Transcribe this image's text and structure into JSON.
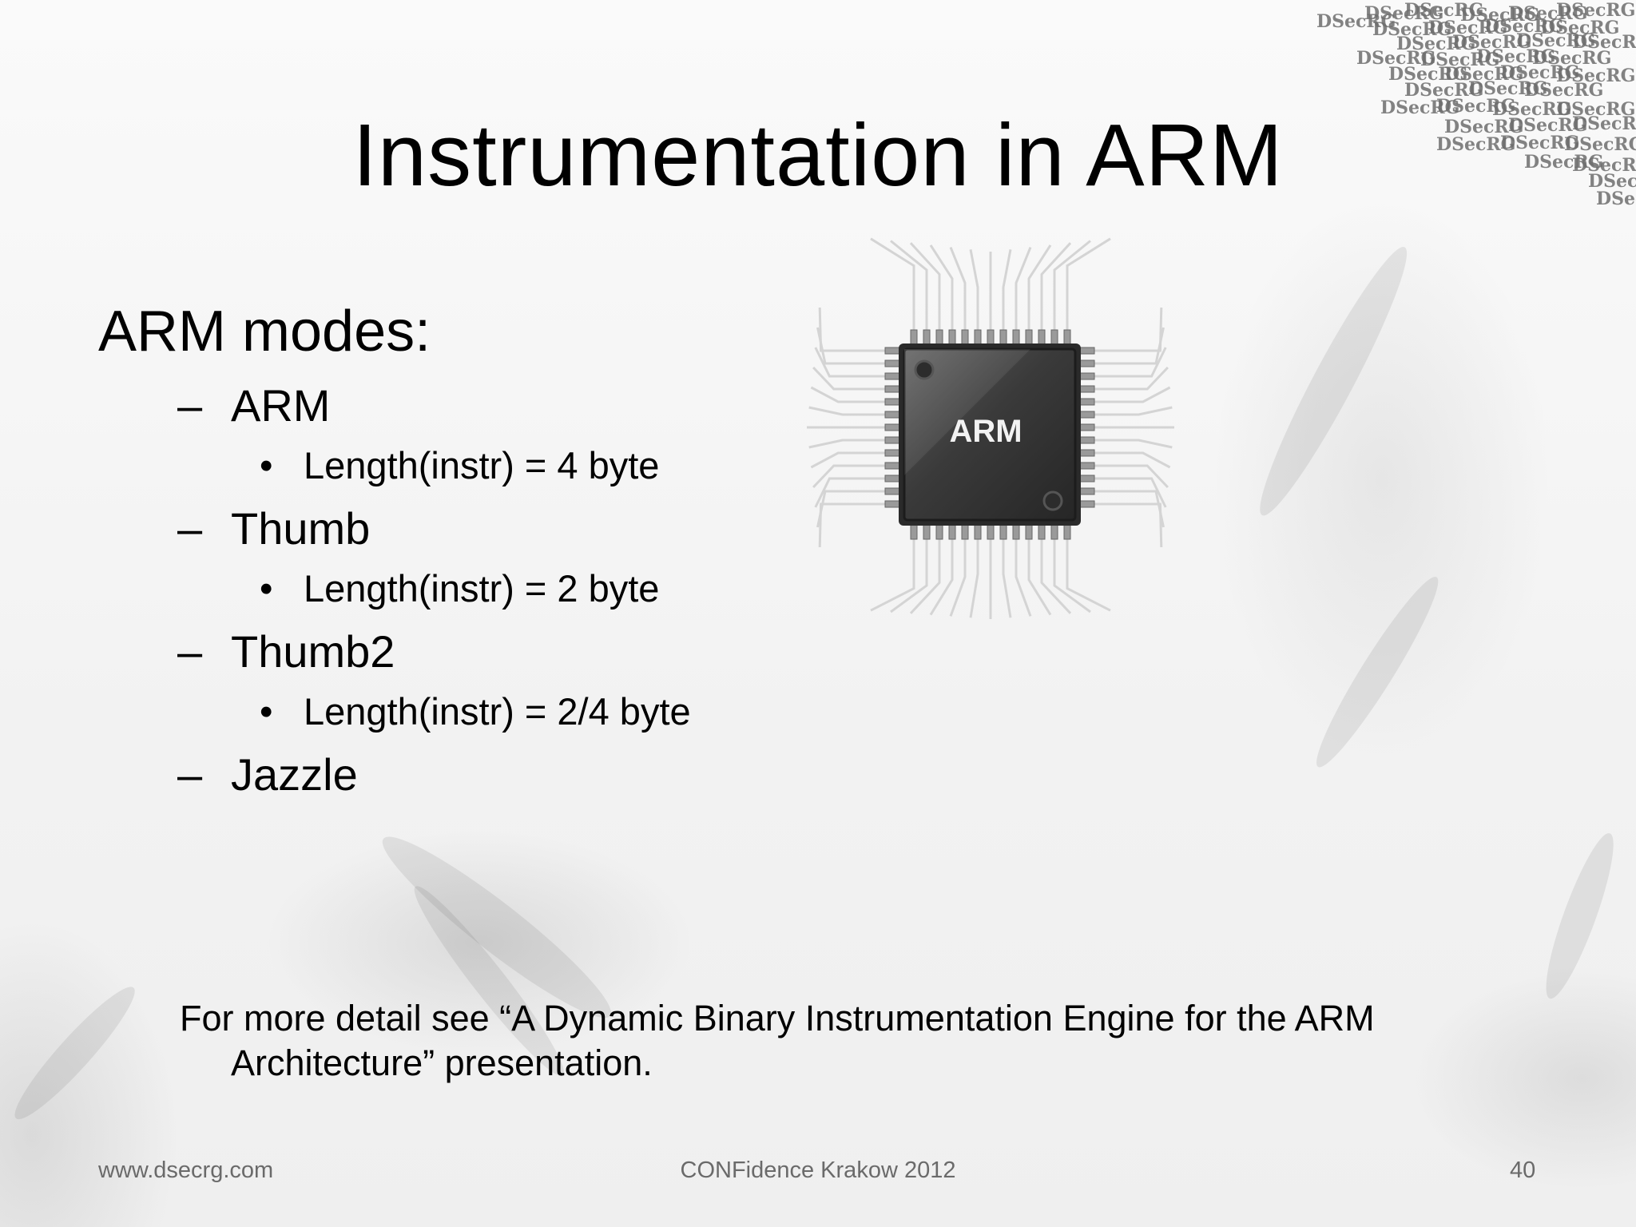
{
  "watermark": {
    "text": "DSecRG"
  },
  "title": "Instrumentation in ARM",
  "content": {
    "heading": "ARM modes:",
    "modes": [
      {
        "dash": "–",
        "name": "ARM",
        "bullet": "•",
        "detail": "Length(instr) = 4 byte"
      },
      {
        "dash": "–",
        "name": "Thumb",
        "bullet": "•",
        "detail": "Length(instr) = 2 byte"
      },
      {
        "dash": "–",
        "name": "Thumb2",
        "bullet": "•",
        "detail": "Length(instr) = 2/4 byte"
      },
      {
        "dash": "–",
        "name": "Jazzle"
      }
    ]
  },
  "chip": {
    "label": "ARM",
    "icon": "cpu-chip-icon"
  },
  "note": {
    "line1": "For more detail see “A Dynamic Binary Instrumentation Engine for the ARM",
    "line2": "Architecture” presentation."
  },
  "footer": {
    "website": "www.dsecrg.com",
    "event": "CONFidence Krakow 2012",
    "page_number": "40"
  }
}
